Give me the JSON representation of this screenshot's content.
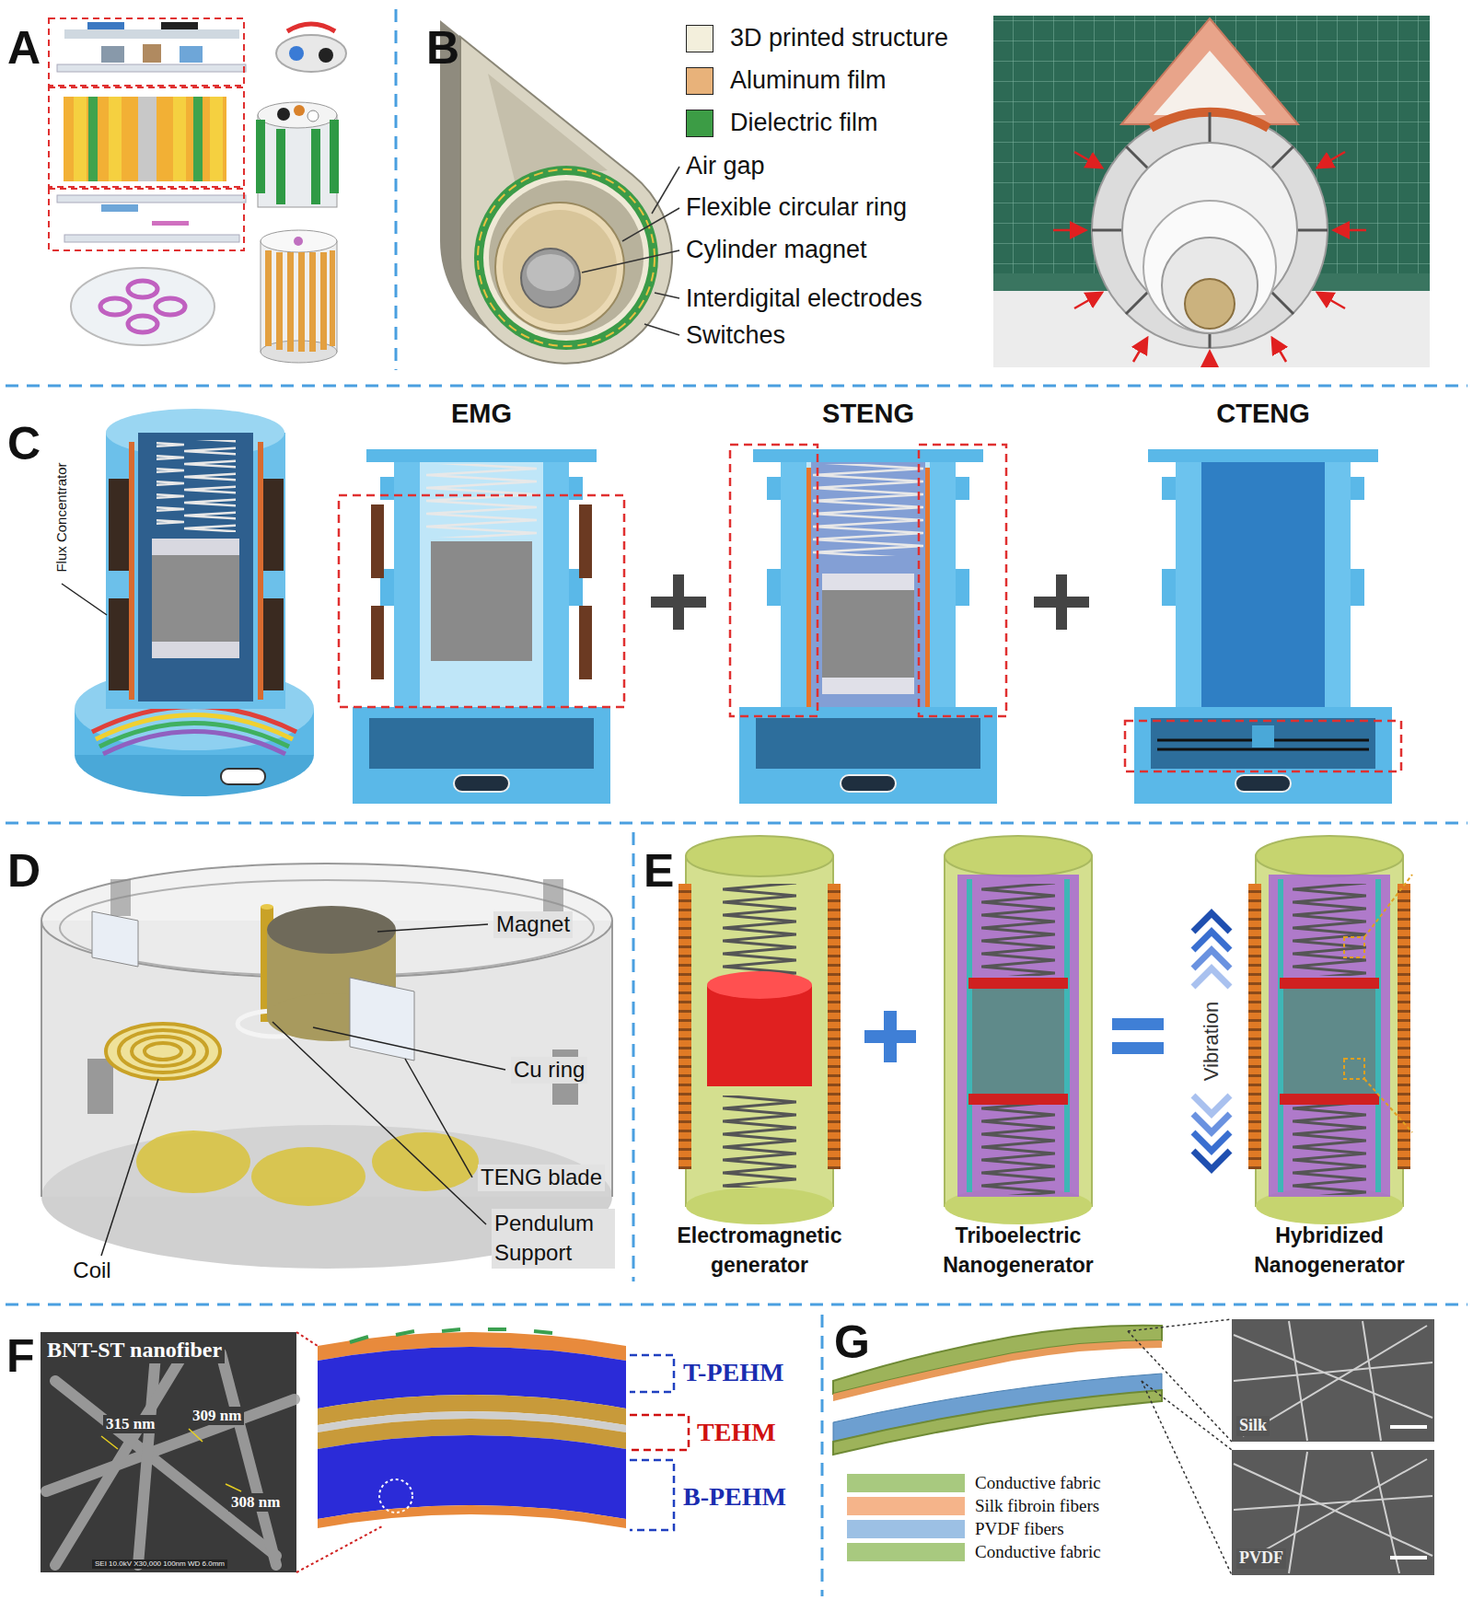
{
  "diagram": {
    "labels": [
      "A",
      "B",
      "Air gap",
      "Flexible circular ring",
      "Cylinder magnet",
      "Interdigital electrodes",
      "Switches",
      "C",
      "Flux Concentrator",
      "EMG",
      "STENG",
      "CTENG",
      "D",
      "Magnet",
      "Cu ring",
      "TENG blade",
      "Pendulum Support",
      "Coil",
      "E",
      "Vibration",
      "Electromagnetic generator",
      "Triboelectric Nanogenerator",
      "Hybridized Nanogenerator",
      "F",
      "BNT-ST nanofiber",
      "315 nm",
      "309 nm",
      "308 nm",
      "SEI 10.0kV X30,000 100nm WD 6.0mm",
      "T-PEHM",
      "TEHM",
      "B-PEHM",
      "G",
      "Silk",
      "PVDF"
    ],
    "legend": [
      {
        "text": "3D printed structure",
        "color": "#f3efdc"
      },
      {
        "text": "Aluminum film",
        "color": "#e8b27a"
      },
      {
        "text": "Dielectric film",
        "color": "#3c9c45"
      },
      {
        "text": "Conductive fabric",
        "color": "#a8c97f"
      },
      {
        "text": "Silk fibroin fibers",
        "color": "#f5b48a"
      },
      {
        "text": "PVDF fibers",
        "color": "#9cc0e4"
      },
      {
        "text": "Conductive fabric",
        "color": "#a8c97f"
      }
    ]
  }
}
